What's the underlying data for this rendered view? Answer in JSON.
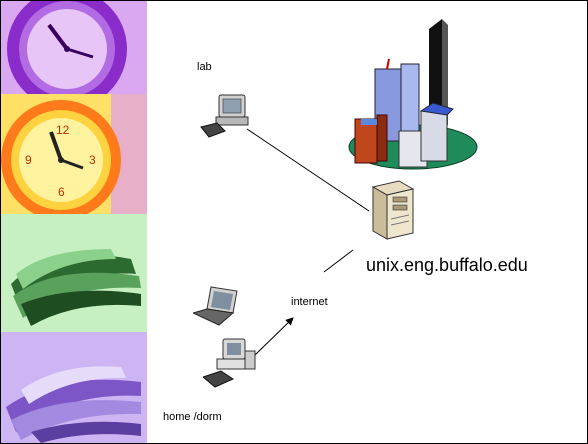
{
  "diagram": {
    "nodes": {
      "lab": {
        "label": "lab",
        "icon": "desktop-computer-icon"
      },
      "home": {
        "label": "home /dorm",
        "icons": [
          "laptop-icon",
          "desktop-computer-icon"
        ]
      },
      "server": {
        "label": "unix.eng.buffalo.edu",
        "icon": "server-tower-icon"
      },
      "internet": {
        "label": "internet"
      },
      "campus": {
        "icon": "city-buildings-icon"
      }
    },
    "edges": [
      {
        "from": "lab",
        "to": "server"
      },
      {
        "from": "home",
        "to": "internet",
        "arrow": true
      }
    ]
  },
  "sidebar": {
    "panels": [
      {
        "icon": "clock-icon",
        "tint": "#9b33d6"
      },
      {
        "icon": "clock-icon",
        "tint": "#f2b400"
      },
      {
        "icon": "books-icon",
        "tint": "#4cc36a"
      },
      {
        "icon": "books-icon",
        "tint": "#a57be3"
      }
    ]
  }
}
